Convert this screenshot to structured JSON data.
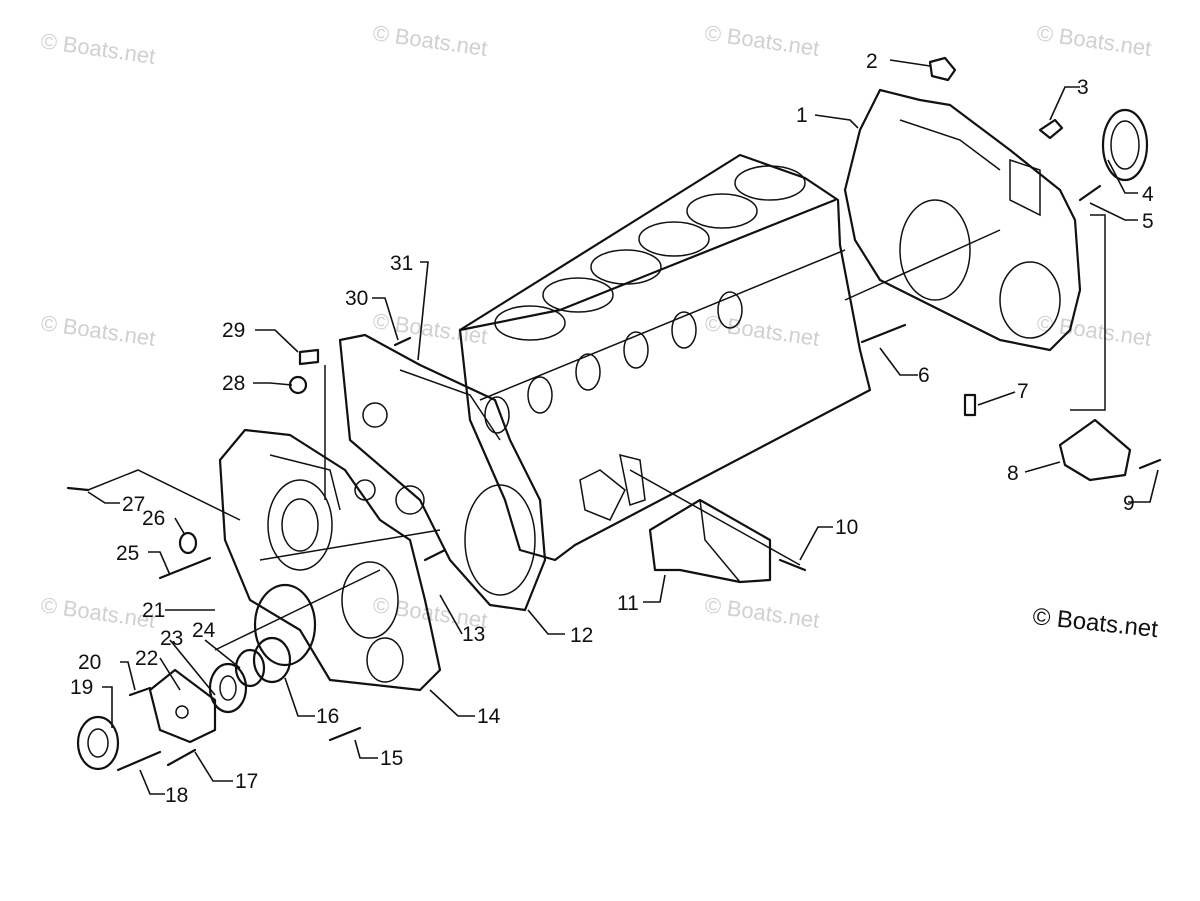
{
  "watermark": "© Boats.net",
  "copyright": "© Boats.net",
  "callouts": [
    "1",
    "2",
    "3",
    "4",
    "5",
    "6",
    "7",
    "8",
    "9",
    "10",
    "11",
    "12",
    "13",
    "14",
    "15",
    "16",
    "17",
    "18",
    "19",
    "20",
    "21",
    "22",
    "23",
    "24",
    "25",
    "26",
    "27",
    "28",
    "29",
    "30",
    "31"
  ]
}
